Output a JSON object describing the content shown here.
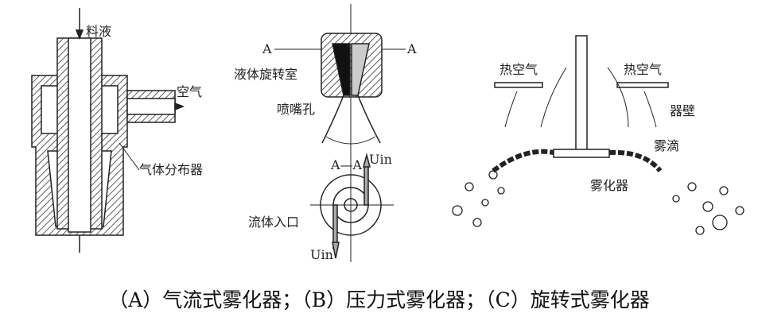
{
  "labels": {
    "a": {
      "feed": "料液",
      "air": "空气",
      "distributor": "气体分布器"
    },
    "b": {
      "section_left": "A",
      "section_right": "A",
      "chamber": "液体旋转室",
      "orifice": "喷嘴孔",
      "section_view": "A—A",
      "uin_top": "Uin",
      "inlet": "流体入口",
      "uin_bottom": "Uin"
    },
    "c": {
      "hot_air_left": "热空气",
      "hot_air_right": "热空气",
      "wall": "器壁",
      "droplets": "雾滴",
      "atomizer": "雾化器"
    }
  },
  "caption": "（A）气流式雾化器；（B）压力式雾化器；（C）旋转式雾化器"
}
